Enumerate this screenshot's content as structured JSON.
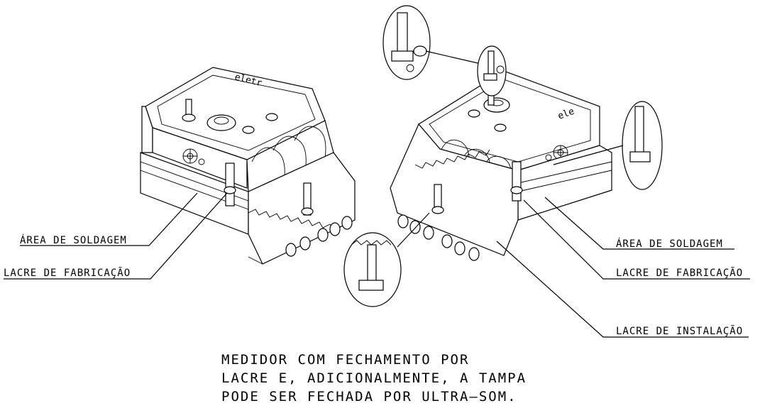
{
  "labels": {
    "left_welding_area": "ÁREA DE SOLDAGEM",
    "left_factory_seal": "LACRE DE FABRICAÇÃO",
    "right_welding_area": "ÁREA DE SOLDAGEM",
    "right_factory_seal": "LACRE DE FABRICAÇÃO",
    "right_installation_seal": "LACRE DE INSTALAÇÃO"
  },
  "caption": {
    "line1": "MEDIDOR COM FECHAMENTO POR",
    "line2": "LACRE E, ADICIONALMENTE, A TAMPA",
    "line3": "PODE SER FECHADA POR ULTRA–SOM."
  },
  "logos": {
    "left_meter_logo": "eletr",
    "right_meter_logo": "ele"
  }
}
